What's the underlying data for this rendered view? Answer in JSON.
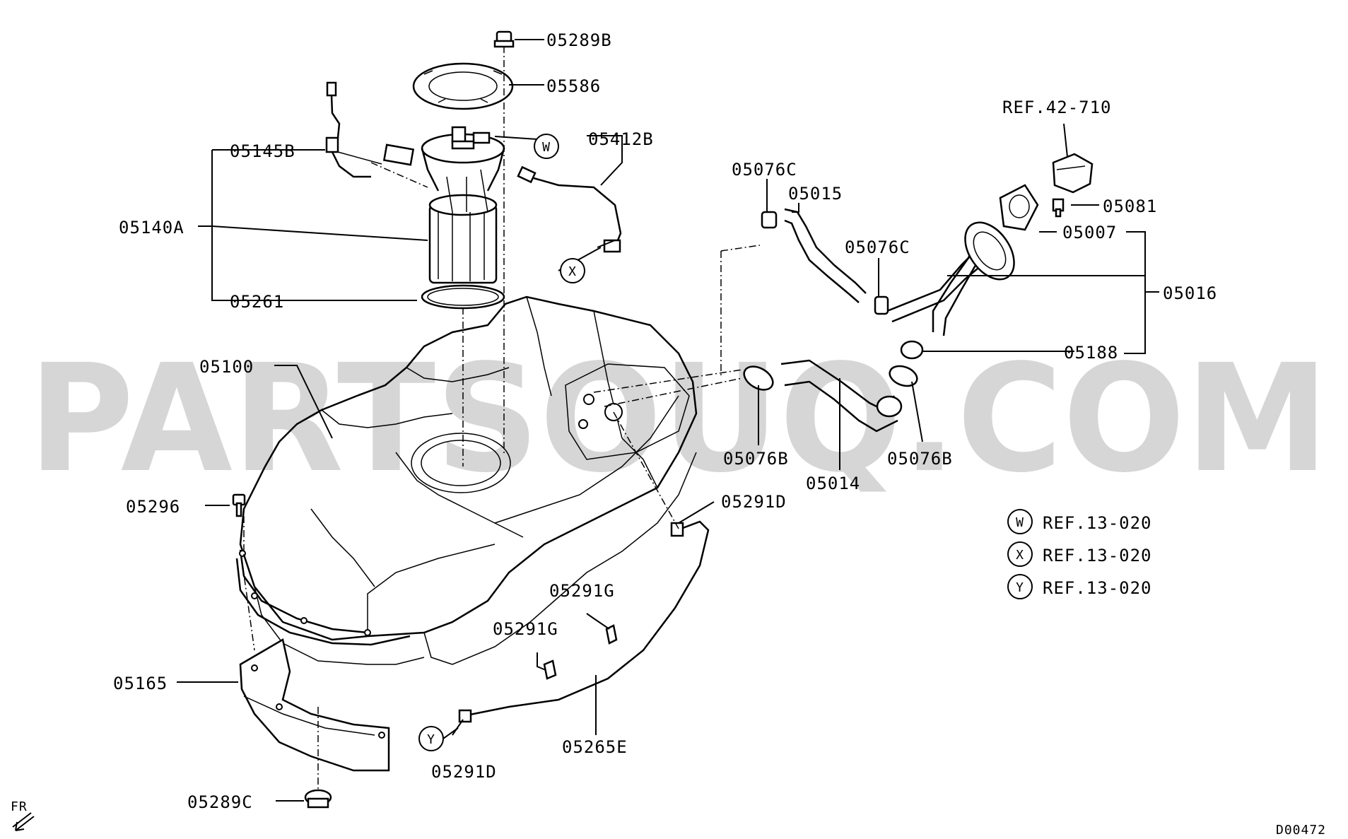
{
  "watermark": "PARTSOUQ.COM",
  "diagram_code": "D00472",
  "front_marker": "FR",
  "callouts": {
    "05289B": "05289B",
    "05586": "05586",
    "05145B": "05145B",
    "05412B": "05412B",
    "05140A": "05140A",
    "05261": "05261",
    "05100": "05100",
    "05296": "05296",
    "05165": "05165",
    "05289C": "05289C",
    "05076C_a": "05076C",
    "05015": "05015",
    "05076C_b": "05076C",
    "05076B_a": "05076B",
    "05014": "05014",
    "05076B_b": "05076B",
    "05291D_a": "05291D",
    "05291G_a": "05291G",
    "05291G_b": "05291G",
    "05265E": "05265E",
    "05291D_b": "05291D",
    "ref42710": "REF.42-710",
    "05081": "05081",
    "05007": "05007",
    "05016": "05016",
    "05188": "05188"
  },
  "markers": {
    "W": "W",
    "X": "X",
    "Y": "Y"
  },
  "legend": [
    {
      "key": "W",
      "ref": "REF.13-020"
    },
    {
      "key": "X",
      "ref": "REF.13-020"
    },
    {
      "key": "Y",
      "ref": "REF.13-020"
    }
  ]
}
